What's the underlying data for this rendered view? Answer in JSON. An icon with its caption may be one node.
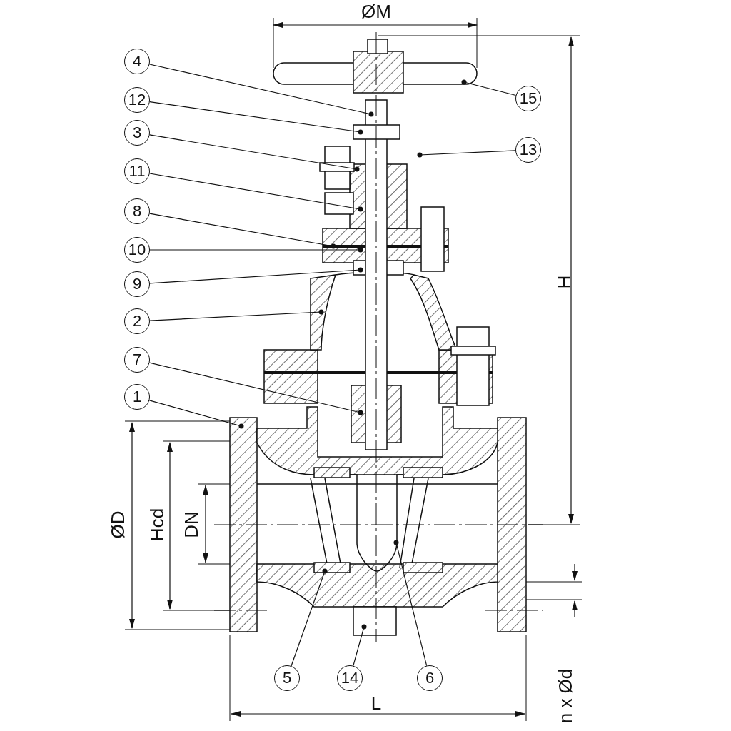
{
  "diagram": {
    "nodes": [
      {
        "text": [
          "4"
        ]
      },
      {
        "text": [
          "12"
        ]
      },
      {
        "text": [
          "3"
        ]
      },
      {
        "text": [
          "11"
        ]
      },
      {
        "text": [
          "8"
        ]
      },
      {
        "text": [
          "10"
        ]
      },
      {
        "text": [
          "9"
        ]
      },
      {
        "text": [
          "2"
        ]
      },
      {
        "text": [
          "7"
        ]
      },
      {
        "text": [
          "1"
        ]
      },
      {
        "text": [
          "15"
        ]
      },
      {
        "text": [
          "13"
        ]
      },
      {
        "text": [
          "5"
        ]
      },
      {
        "text": [
          "14"
        ]
      },
      {
        "text": [
          "6"
        ]
      }
    ],
    "edges": [
      {
        "from": 0,
        "to": null,
        "arrow": "other"
      },
      {
        "from": 1,
        "to": null,
        "arrow": "other"
      },
      {
        "from": 2,
        "to": null,
        "arrow": "other"
      },
      {
        "from": 3,
        "to": null,
        "arrow": "other"
      },
      {
        "from": 4,
        "to": null,
        "arrow": "other"
      },
      {
        "from": 5,
        "to": null,
        "arrow": "other"
      },
      {
        "from": 6,
        "to": null,
        "arrow": "other"
      },
      {
        "from": 7,
        "to": null,
        "arrow": "other"
      },
      {
        "from": 8,
        "to": null,
        "arrow": "other"
      },
      {
        "from": 9,
        "to": null,
        "arrow": "other"
      },
      {
        "from": 10,
        "to": null,
        "arrow": "other"
      },
      {
        "from": 11,
        "to": null,
        "arrow": "other"
      },
      {
        "from": 12,
        "to": null,
        "arrow": "other"
      },
      {
        "from": 13,
        "to": null,
        "arrow": "other"
      },
      {
        "from": 14,
        "to": null,
        "arrow": "other"
      }
    ],
    "labels": [
      "ØM",
      "H",
      "ØD",
      "Hcd",
      "DN",
      "L",
      "n x Ød"
    ]
  }
}
